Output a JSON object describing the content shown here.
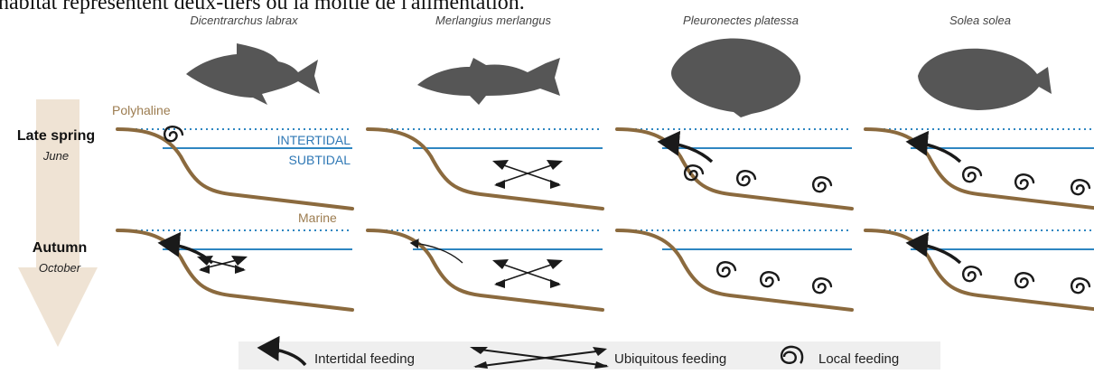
{
  "top_cut_text": "habitat représentent deux-tiers ou la moitié de l'alimentation.",
  "species": [
    {
      "name": "Dicentrarchus labrax",
      "icon": "fish-silhouette-icon"
    },
    {
      "name": "Merlangius merlangus",
      "icon": "fish-silhouette-icon"
    },
    {
      "name": "Pleuronectes platessa",
      "icon": "flatfish-silhouette-icon"
    },
    {
      "name": "Solea solea",
      "icon": "sole-silhouette-icon"
    }
  ],
  "seasons": [
    {
      "name": "Late spring",
      "month": "June"
    },
    {
      "name": "Autumn",
      "month": "October"
    }
  ],
  "zone_labels": {
    "polyhaline": "Polyhaline",
    "intertidal": "INTERTIDAL",
    "subtidal": "SUBTIDAL",
    "marine": "Marine"
  },
  "legend": {
    "intertidal": "Intertidal feeding",
    "ubiquitous": "Ubiquitous feeding",
    "local": "Local feeding"
  },
  "colors": {
    "fish": "#565656",
    "shore": "#8b6a3e",
    "water": "#2e86c1",
    "arrow": "#1a1a1a",
    "season_arrow": "#efe3d4",
    "legend_bg": "#efefef",
    "species_text": "#444444",
    "label_text": "#9c7c50",
    "zone_text": "#2f78b5"
  }
}
